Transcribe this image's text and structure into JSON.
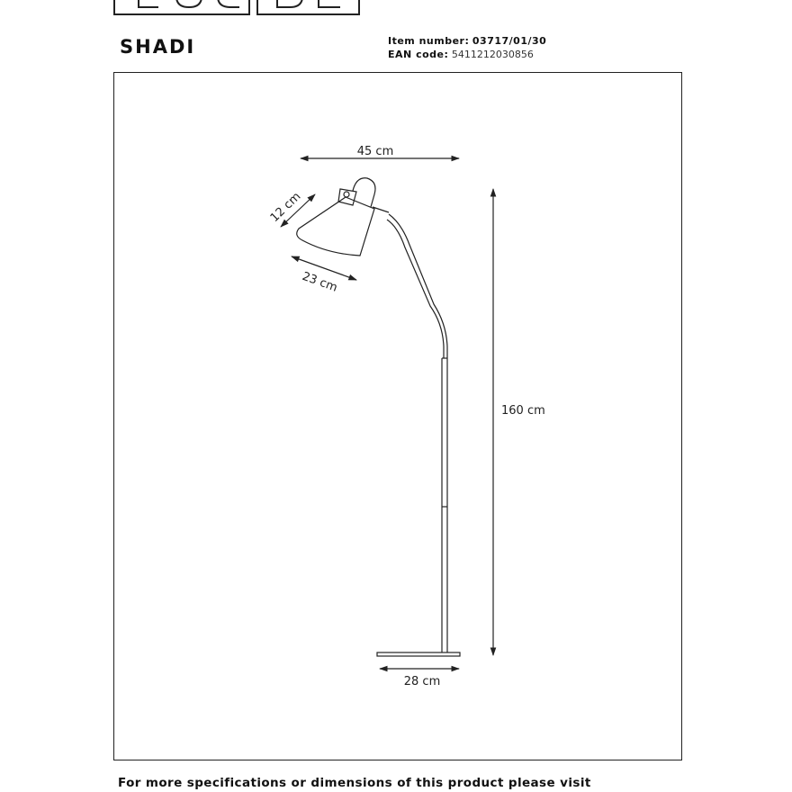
{
  "header": {
    "product_name": "SHADI",
    "item_number_label": "Item number:",
    "item_number_value": "03717/01/30",
    "ean_label": "EAN code:",
    "ean_value": "5411212030856"
  },
  "drawing": {
    "dimensions": {
      "shade_width": "45 cm",
      "shade_depth": "12 cm",
      "shade_diameter": "23 cm",
      "height": "160 cm",
      "base_diameter": "28 cm"
    }
  },
  "footer": {
    "text": "For more specifications or dimensions of this product please visit"
  },
  "colors": {
    "line": "#222222",
    "background": "#ffffff"
  }
}
